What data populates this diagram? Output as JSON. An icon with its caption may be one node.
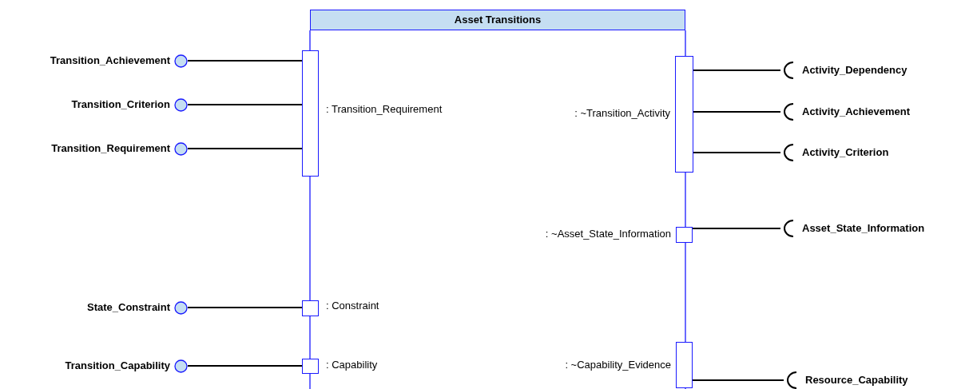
{
  "diagram": {
    "nodes": [
      {
        "text": [
          "Asset Transitions"
        ]
      },
      {
        "text": [
          "Transition_Achievement"
        ]
      },
      {
        "text": [
          "Transition_Criterion"
        ]
      },
      {
        "text": [
          "Transition_Requirement"
        ]
      },
      {
        "text": [],
        "shape": "box",
        "beside": [
          ": Transition_Requirement"
        ]
      },
      {
        "text": [],
        "shape": "box",
        "beside": [
          ": ~Transition_Activity"
        ]
      },
      {
        "text": [
          "Activity_Dependency"
        ]
      },
      {
        "text": [
          "Activity_Achievement"
        ]
      },
      {
        "text": [
          "Activity_Criterion"
        ]
      },
      {
        "text": [],
        "shape": "box",
        "beside": [
          ": ~Asset_State_Information"
        ]
      },
      {
        "text": [
          "Asset_State_Information"
        ]
      },
      {
        "text": [
          "State_Constraint"
        ]
      },
      {
        "text": [],
        "shape": "box",
        "beside": [
          ": Constraint"
        ]
      },
      {
        "text": [],
        "shape": "box",
        "beside": [
          ": ~Capability_Evidence"
        ]
      },
      {
        "text": [
          "Transition_Capability"
        ]
      },
      {
        "text": [],
        "shape": "box",
        "beside": [
          ": Capability"
        ]
      },
      {
        "text": [
          "Resource_Capability"
        ]
      }
    ],
    "edges": [
      {
        "from": 1,
        "to": 4,
        "arrow": "none"
      },
      {
        "from": 2,
        "to": 4,
        "arrow": "none"
      },
      {
        "from": 3,
        "to": 4,
        "arrow": "none"
      },
      {
        "from": 5,
        "to": 6,
        "arrow": "none"
      },
      {
        "from": 5,
        "to": 7,
        "arrow": "none"
      },
      {
        "from": 5,
        "to": 8,
        "arrow": "none"
      },
      {
        "from": 9,
        "to": 10,
        "arrow": "none"
      },
      {
        "from": 11,
        "to": 12,
        "arrow": "none"
      },
      {
        "from": 13,
        "to": 16,
        "arrow": "none"
      },
      {
        "from": 14,
        "to": 15,
        "arrow": "none"
      }
    ]
  }
}
